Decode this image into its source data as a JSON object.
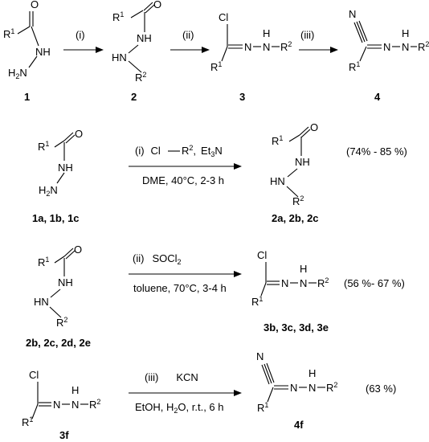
{
  "overview": {
    "compounds": [
      "1",
      "2",
      "3",
      "4"
    ],
    "steps": [
      "(i)",
      "(ii)",
      "(iii)"
    ]
  },
  "reactions": [
    {
      "step": "(i)",
      "reagent_parts": [
        "Cl",
        "R",
        "2",
        ",",
        "Et",
        "3",
        "N"
      ],
      "conditions": "DME, 40°C, 2-3 h",
      "reactants": "1a, 1b, 1c",
      "products": "2a, 2b, 2c",
      "yield": "(74% - 85 %)"
    },
    {
      "step": "(ii)",
      "reagent_parts": [
        "SOCl",
        "2"
      ],
      "conditions": "toluene, 70°C, 3-4 h",
      "reactants": "2b, 2c, 2d, 2e",
      "products": "3b, 3c, 3d, 3e",
      "yield": "(56 %- 67 %)"
    },
    {
      "step": "(iii)",
      "reagent": "KCN",
      "conditions_parts": [
        "EtOH, H",
        "2",
        "O, r.t., 6 h"
      ],
      "reactants": "3f",
      "products": "4f",
      "yield": "(63 %)"
    }
  ],
  "atoms": {
    "R": "R",
    "one": "1",
    "two": "2",
    "O": "O",
    "NH": "NH",
    "H2N_a": "H",
    "H2N_b": "2",
    "H2N_c": "N",
    "HN": "HN",
    "Cl": "Cl",
    "N": "N",
    "H": "H",
    "dash": "–"
  }
}
